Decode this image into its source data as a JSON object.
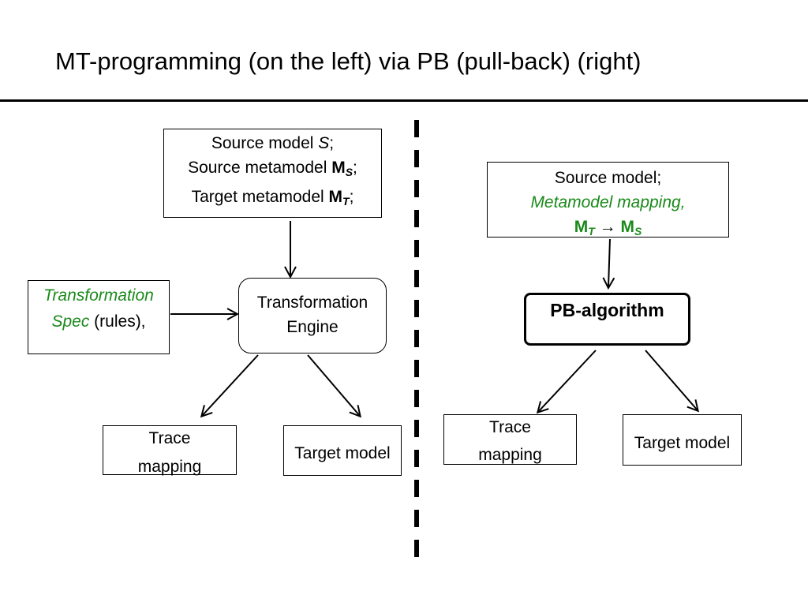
{
  "title": "MT-programming (on the left) via PB (pull-back) (right)",
  "left": {
    "source_box": {
      "line1_text": "Source model ",
      "line1_var": "S",
      "line1_end": ";",
      "line2_text": "Source metamodel ",
      "line2_bold": "M",
      "line2_sub": "S",
      "line2_end": ";",
      "line3_text": "Target metamodel ",
      "line3_bold": "M",
      "line3_sub": "T",
      "line3_end": ";"
    },
    "spec_box": {
      "line1": "Transformation",
      "line2_italic": "Spec",
      "line2_rest": " (rules),"
    },
    "engine_box": {
      "line1": "Transformation",
      "line2": "Engine"
    },
    "trace_box": {
      "line1": "Trace",
      "line2": "mapping"
    },
    "target_box": {
      "label": "Target model"
    }
  },
  "right": {
    "source_box": {
      "line1": "Source model;",
      "line2": "Metamodel mapping,",
      "m1": "M",
      "m1_sub": "T",
      "arrow": " → ",
      "m2": "M",
      "m2_sub": "S"
    },
    "pb_box": {
      "label": "PB-algorithm"
    },
    "trace_box": {
      "line1": "Trace",
      "line2": "mapping"
    },
    "target_box": {
      "label": "Target model"
    }
  },
  "colors": {
    "green_text": "#1a8a1a",
    "lines": "#000000"
  }
}
